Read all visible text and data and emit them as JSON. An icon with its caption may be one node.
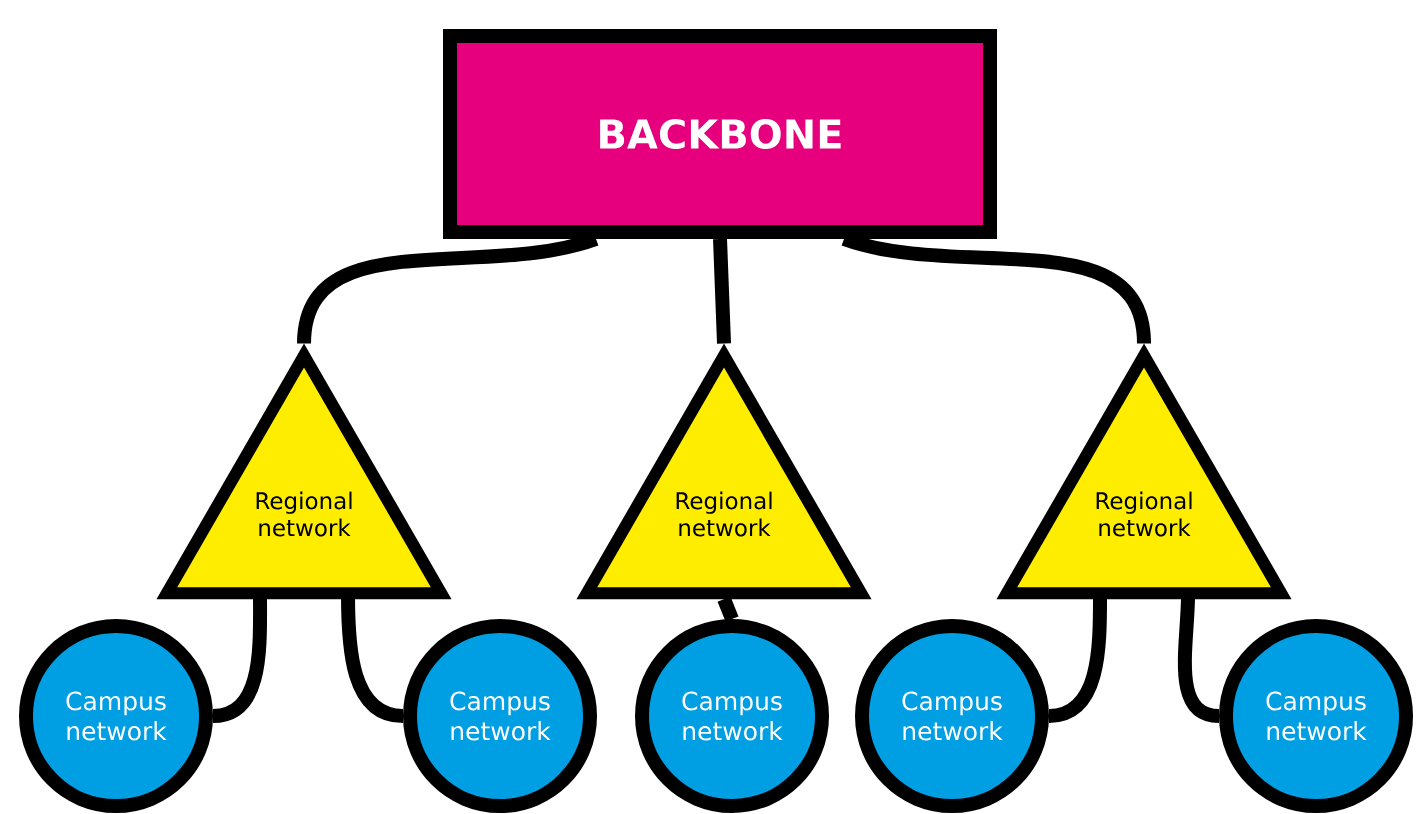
{
  "diagram": {
    "nodes": [
      {
        "text": [
          "BACKBONE"
        ]
      },
      {
        "text": [
          "Regional network"
        ]
      },
      {
        "text": [
          "Regional network"
        ]
      },
      {
        "text": [
          "Regional network"
        ]
      },
      {
        "text": [
          "Campus network"
        ]
      },
      {
        "text": [
          "Campus network"
        ]
      },
      {
        "text": [
          "Campus network"
        ]
      },
      {
        "text": [
          "Campus network"
        ]
      },
      {
        "text": [
          "Campus network"
        ]
      }
    ],
    "edges": [
      {
        "from": 0,
        "to": 1,
        "arrow": "none"
      },
      {
        "from": 0,
        "to": 2,
        "arrow": "none"
      },
      {
        "from": 0,
        "to": 3,
        "arrow": "none"
      },
      {
        "from": 1,
        "to": 4,
        "arrow": "none"
      },
      {
        "from": 1,
        "to": 5,
        "arrow": "none"
      },
      {
        "from": 2,
        "to": 6,
        "arrow": "none"
      },
      {
        "from": 3,
        "to": 7,
        "arrow": "none"
      },
      {
        "from": 3,
        "to": 8,
        "arrow": "none"
      }
    ]
  }
}
